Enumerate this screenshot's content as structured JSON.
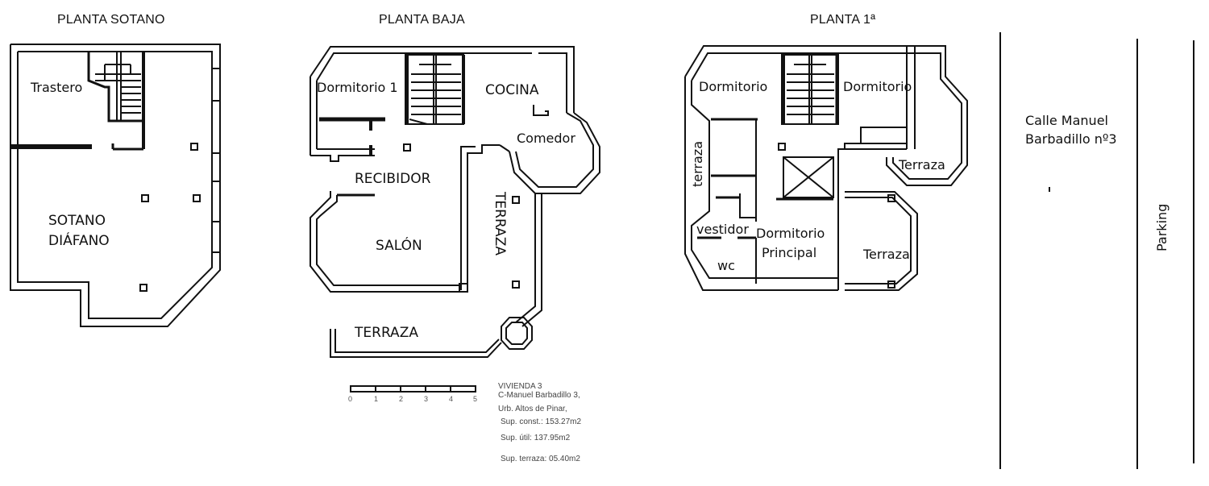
{
  "plans": {
    "sotano": {
      "title": "PLANTA SOTANO",
      "rooms": {
        "trastero": "Trastero",
        "sotano_line1": "SOTANO",
        "sotano_line2": "DIÁFANO"
      }
    },
    "baja": {
      "title": "PLANTA BAJA",
      "rooms": {
        "dormitorio1": "Dormitorio 1",
        "cocina": "COCINA",
        "comedor": "Comedor",
        "recibidor": "RECIBIDOR",
        "salon": "SALÓN",
        "terraza_vertical": "TERRAZA",
        "terraza_bottom": "TERRAZA"
      }
    },
    "primera": {
      "title": "PLANTA 1ª",
      "rooms": {
        "dormitorio_left": "Dormitorio",
        "dormitorio_right": "Dormitorio",
        "terraza_vertical": "terraza",
        "terraza_upper_right": "Terraza",
        "terraza_lower_right": "Terraza",
        "vestidor": "vestidor",
        "dormitorio_principal_line1": "Dormitorio",
        "dormitorio_principal_line2": "Principal",
        "wc": "wc"
      }
    }
  },
  "scale_bar": {
    "ticks": [
      "0",
      "1",
      "2",
      "3",
      "4",
      "5"
    ]
  },
  "info_note": {
    "line1": "VIVIENDA 3",
    "line2": "C-Manuel Barbadillo 3,",
    "line3": "Urb. Altos de Pinar,",
    "line4": "Sup. const.: 153.27m2",
    "line5": "Sup. útil: 137.95m2",
    "line6": "Sup. terraza: 05.40m2"
  },
  "site": {
    "street": {
      "line1": "Calle Manuel",
      "line2": "Barbadillo nº3"
    },
    "parking": "Parking"
  },
  "colors": {
    "wall": "#111111",
    "background": "#ffffff",
    "note_text": "#444444"
  }
}
